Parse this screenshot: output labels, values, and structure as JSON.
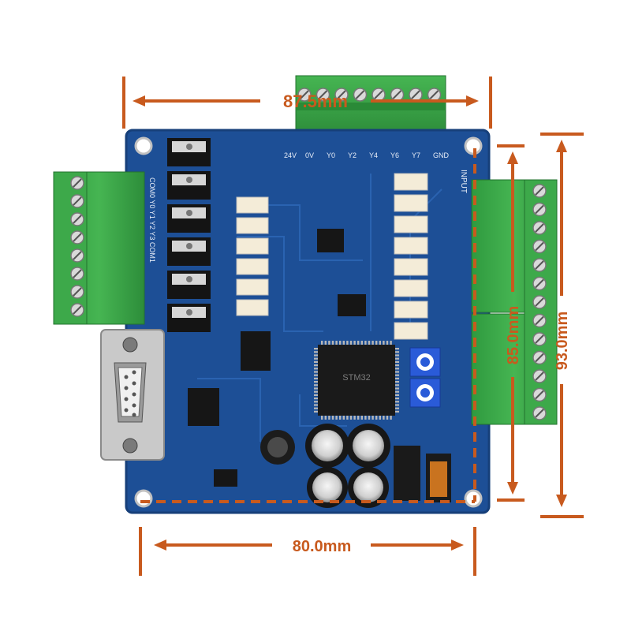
{
  "dimensions": {
    "top_width": "87.5mm",
    "bottom_width": "80.0mm",
    "right_inner_height": "85.0mm",
    "right_outer_height": "93.0mm"
  },
  "colors": {
    "dimension_accent": "#c85a1e",
    "board": "#1d4f96",
    "terminal": "#3fae4c"
  },
  "silkscreen": {
    "top_header_labels": [
      "24V",
      "0V",
      "Y0",
      "Y2",
      "Y4",
      "Y6",
      "Y7",
      "GND"
    ],
    "left_header_labels": "COM0 Y0 Y1 Y2 Y3 COM1",
    "right_header_label": "INPUT",
    "chip_marking": "STM32"
  }
}
